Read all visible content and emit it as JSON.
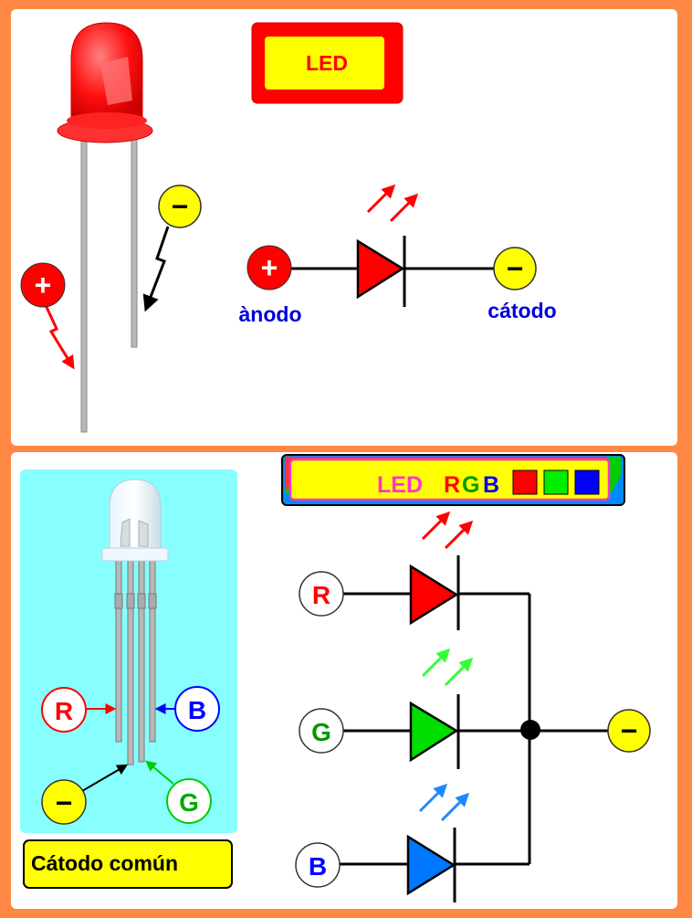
{
  "top": {
    "title_label": "LED",
    "plus_symbol": "+",
    "minus_symbol": "−",
    "anode_label": "ànodo",
    "cathode_label": "cátodo"
  },
  "bottom": {
    "title_led": "LED",
    "title_r": "R",
    "title_g": "G",
    "title_b": "B",
    "pin_r": "R",
    "pin_g": "G",
    "pin_b": "B",
    "minus_symbol": "−",
    "common_cathode_label": "Cátodo común"
  },
  "colors": {
    "background": "#ff8844",
    "panel": "#ffffff",
    "rgb_panel": "#88ffff",
    "red": "#ff0000",
    "green": "#00cc00",
    "blue": "#0066ff",
    "yellow": "#ffff00",
    "label_blue": "#0000dd",
    "magenta": "#ff33cc"
  }
}
